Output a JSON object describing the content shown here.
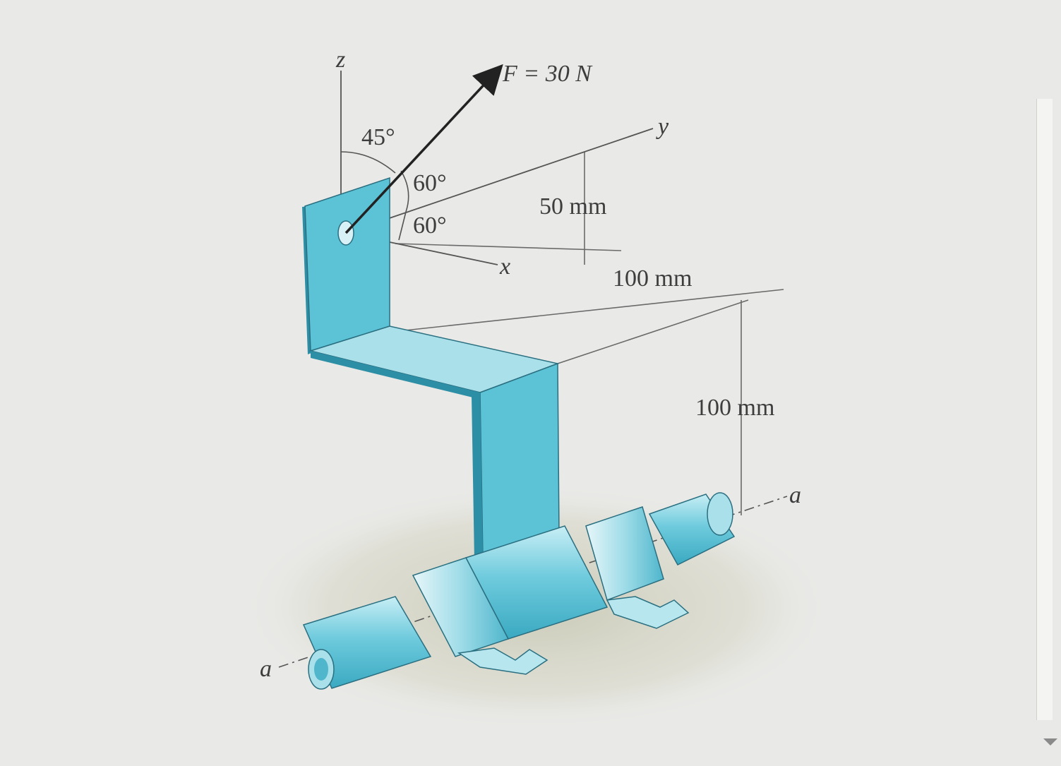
{
  "diagram": {
    "force_label": "F = 30 N",
    "angle_45": "45°",
    "angle_60_upper": "60°",
    "angle_60_lower": "60°",
    "axis_z": "z",
    "axis_y": "y",
    "axis_x": "x",
    "axis_a_left": "a",
    "axis_a_right": "a",
    "dim_50": "50 mm",
    "dim_100_upper": "100 mm",
    "dim_100_vertical": "100 mm"
  },
  "colors": {
    "bracket": "#5cc3d6",
    "bracket_light": "#a9e0ea",
    "bracket_dark": "#2d8fa6",
    "line": "#444444"
  }
}
